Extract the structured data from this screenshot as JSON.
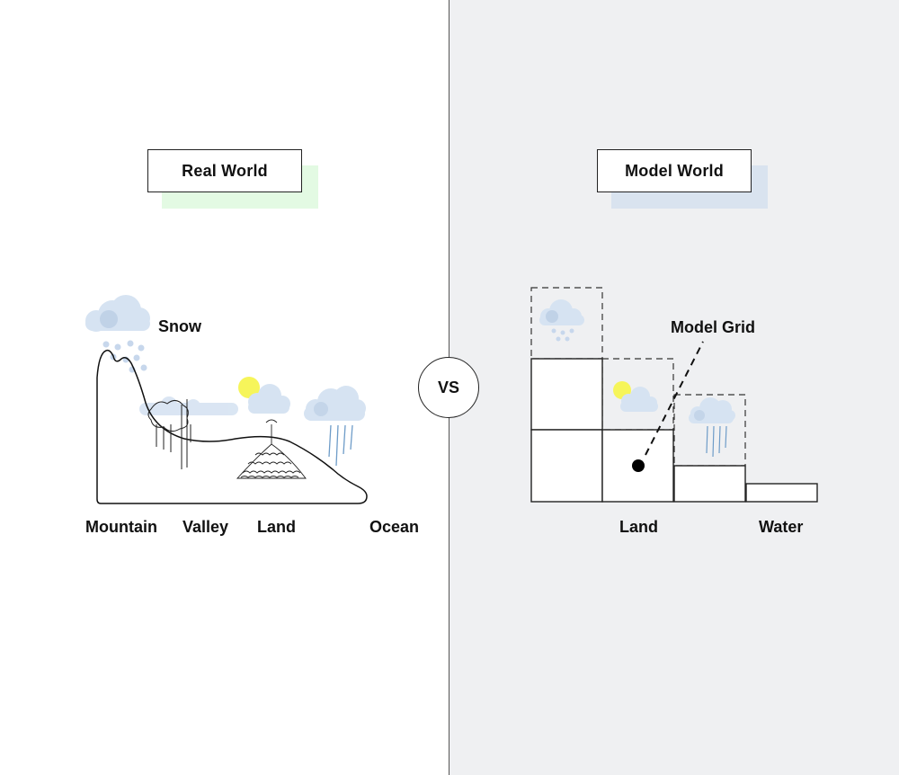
{
  "real_world": {
    "title": "Real World",
    "labels": {
      "snow": "Snow",
      "mountain": "Mountain",
      "valley": "Valley",
      "land": "Land",
      "ocean": "Ocean"
    }
  },
  "model_world": {
    "title": "Model World",
    "labels": {
      "model_grid": "Model Grid",
      "land": "Land",
      "water": "Water"
    }
  },
  "center": {
    "vs_label": "VS"
  },
  "colors": {
    "left_background": "#ffffff",
    "right_background": "#eff0f2",
    "real_world_accent": "#e3fae3",
    "model_world_accent": "#d9e3ef",
    "cloud": "#d6e3f2",
    "sun": "#f6f55a",
    "rain": "#6e9cc8"
  },
  "icons": [
    "cloud-icon",
    "sun-icon",
    "rain-icon",
    "snow-icon",
    "tree-icon",
    "bush-icon"
  ]
}
